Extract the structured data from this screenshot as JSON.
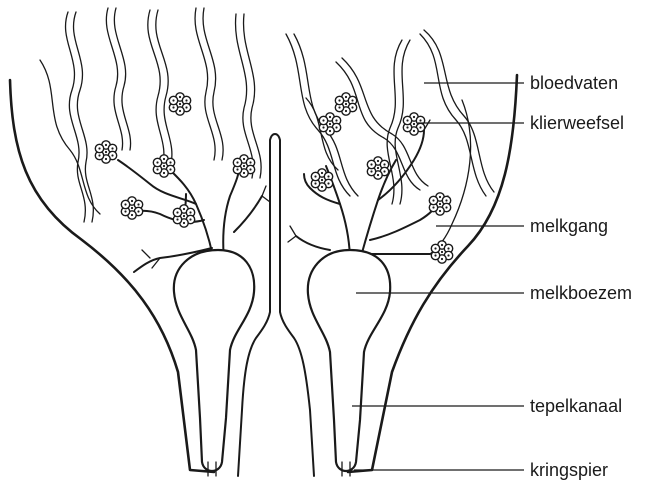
{
  "labels": {
    "blood_vessels": "bloedvaten",
    "gland_tissue": "klierweefsel",
    "milk_duct": "melkgang",
    "gland_cistern": "melkboezem",
    "teat_canal": "tepelkanaal",
    "sphincter": "kringspier"
  }
}
